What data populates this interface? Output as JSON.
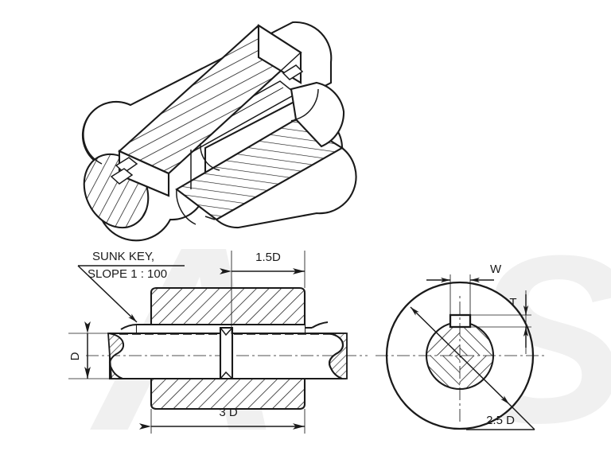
{
  "drawing": {
    "title": "Sunk Key Assembly Engineering Drawing",
    "views": {
      "pictorial": {
        "name": "isometric-sunk-key-assembly",
        "description": "Isometric cutaway of shaft with sunk key fitted into hub keyway"
      },
      "front_section": {
        "name": "front-sectional-view",
        "description": "Longitudinal section through hub, shaft and sunk key"
      },
      "end_view": {
        "name": "end-view",
        "description": "End elevation showing hub circle, hatched shaft and key slot"
      }
    },
    "labels": {
      "sunk_key_note_line1": "SUNK KEY,",
      "sunk_key_note_line2": "SLOPE 1 : 100",
      "dim_hub_half": "1.5D",
      "dim_shaft_diameter": "D",
      "dim_hub_length": "3 D",
      "dim_key_width": "W",
      "dim_key_thickness": "T",
      "dim_hub_diameter": "2.5 D"
    },
    "colors": {
      "ink": "#1a1a1a",
      "paper": "#ffffff",
      "hatch": "#1a1a1a",
      "watermark": "#f0f0f0"
    },
    "watermark": {
      "letter_a": "A",
      "letter_s": "S"
    }
  }
}
